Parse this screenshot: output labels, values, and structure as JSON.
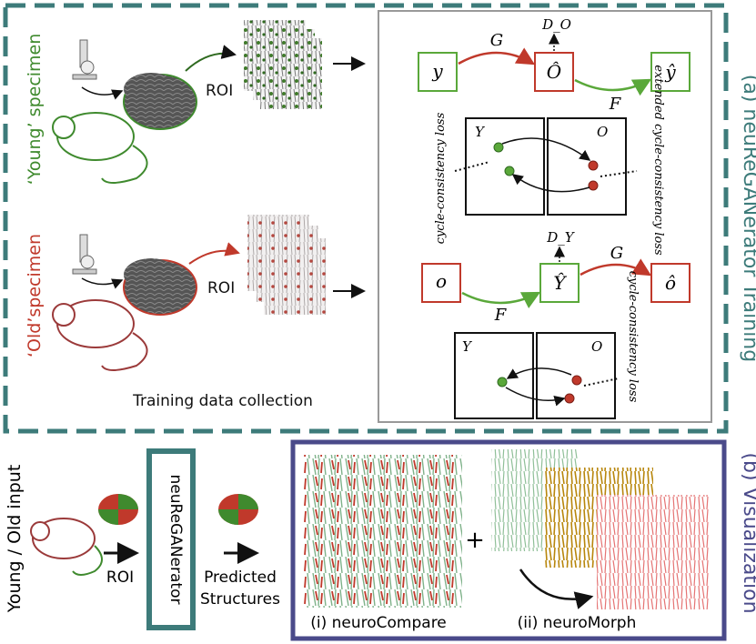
{
  "panel_a": {
    "side_label": "(a) neuReGANerator Training",
    "young_label": "‘Young’ specimen",
    "old_label": "‘Old’specimen",
    "roi_young": "ROI",
    "roi_old": "ROI",
    "caption": "Training data collection",
    "diagram1": {
      "node_y": "y",
      "node_O_hat": "Ô",
      "node_y_hat": "ŷ",
      "arrow_G": "G",
      "arrow_F": "F",
      "disc": "D_O",
      "box_Y": "Y",
      "box_O": "O",
      "loss_left": "cycle-consistency loss",
      "loss_right": "extended cycle-consistency loss"
    },
    "diagram2": {
      "node_o": "o",
      "node_Y_hat": "Ŷ",
      "node_o_hat": "ô",
      "arrow_F": "F",
      "arrow_G": "G",
      "disc": "D_Y",
      "box_Y": "Y",
      "box_O": "O",
      "loss": "cycle-consistency loss"
    }
  },
  "panel_b": {
    "side_label": "(b) Visualization",
    "input_label": "Young / Old input",
    "roi": "ROI",
    "model": "neuReGANerator",
    "predicted_line1": "Predicted",
    "predicted_line2": "Structures",
    "plus": "+",
    "compare_label": "(i) neuroCompare",
    "morph_label": "(ii) neuroMorph"
  },
  "colors": {
    "teal_dash": "#3d7b7a",
    "navy": "#4a4a8a",
    "young_green": "#3f8a2e",
    "old_red": "#c0392b",
    "node_red": "#c0392b",
    "node_green": "#5aa83a"
  }
}
